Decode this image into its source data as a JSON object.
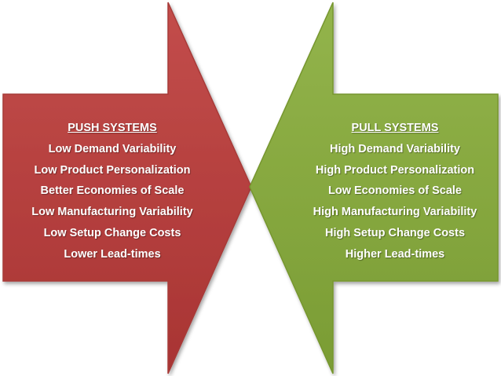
{
  "colors": {
    "push_fill": "#b8403f",
    "push_dark": "#8f2d2c",
    "pull_fill": "#86a93e",
    "pull_dark": "#66852a"
  },
  "push": {
    "heading": "PUSH SYSTEMS",
    "items": [
      "Low Demand Variability",
      "Low Product Personalization",
      "Better Economies of Scale",
      "Low Manufacturing Variability",
      "Low Setup Change Costs",
      "Lower Lead-times"
    ]
  },
  "pull": {
    "heading": "PULL SYSTEMS",
    "items": [
      "High Demand Variability",
      "High Product Personalization",
      "Low Economies of Scale",
      "High Manufacturing Variability",
      "High Setup Change Costs",
      "Higher Lead-times"
    ]
  }
}
